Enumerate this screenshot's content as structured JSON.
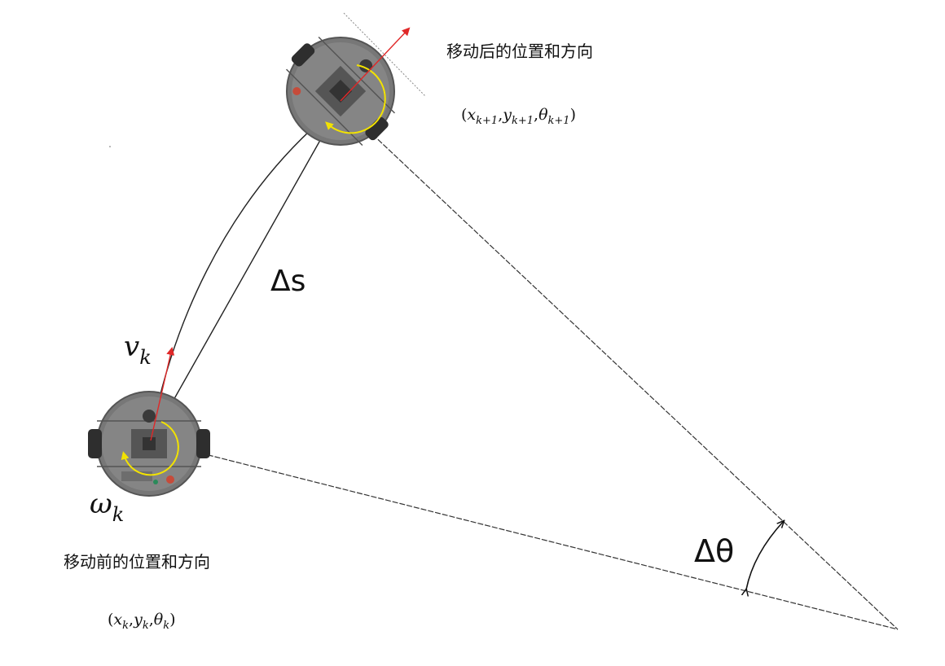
{
  "labels": {
    "after_caption": "移动后的位置和方向",
    "before_caption": "移动前的位置和方向",
    "delta_s": "Δs",
    "delta_theta": "Δθ",
    "v_symbol": "v",
    "v_subscript": "k",
    "omega_symbol": "ω",
    "omega_subscript": "k"
  },
  "coords_after": {
    "open": "(",
    "x": "x",
    "x_sub": "k+1",
    "y": "y",
    "y_sub": "k+1",
    "theta": "θ",
    "theta_sub": "k+1",
    "comma": ",",
    "close": ")"
  },
  "coords_before": {
    "open": "(",
    "x": "x",
    "x_sub": "k",
    "y": "y",
    "y_sub": "k",
    "theta": "θ",
    "theta_sub": "k",
    "comma": ",",
    "close": ")"
  },
  "colors": {
    "line": "#333333",
    "velocity_arrow": "#e02828",
    "rotation_arrow": "#f2e200",
    "robot_body": "#6e6e6e",
    "robot_dark": "#333333"
  },
  "icons": {
    "robot_after": "robot-icon",
    "robot_before": "robot-icon"
  }
}
